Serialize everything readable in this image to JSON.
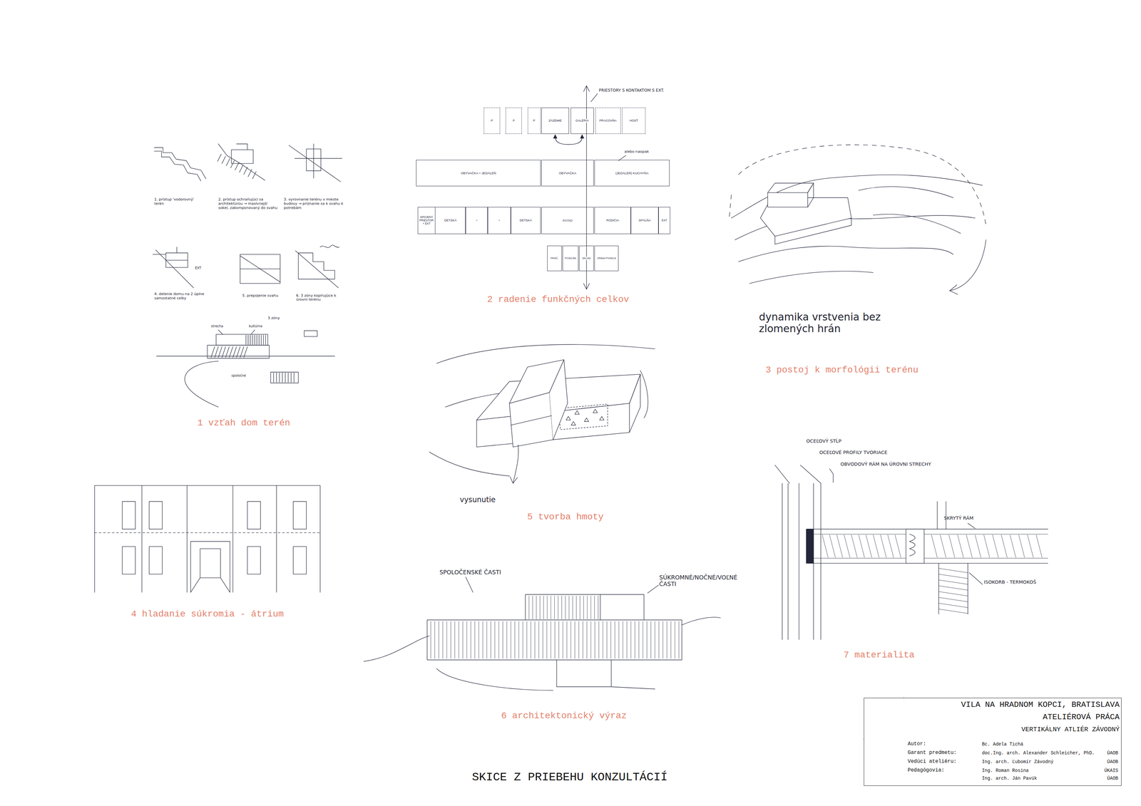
{
  "diagram": {
    "title": "SKICE Z PRIEBEHU KONZULTÁCIÍ",
    "nodes": [
      {
        "text": [
          "P"
        ]
      },
      {
        "text": [
          "P"
        ]
      },
      {
        "text": [
          "P"
        ]
      },
      {
        "text": [
          "ZÁZEMIE"
        ]
      },
      {
        "text": [
          "GALÉRIA"
        ]
      },
      {
        "text": [
          "PRACOVŇA"
        ]
      },
      {
        "text": [
          "HOSŤ"
        ]
      },
      {
        "text": [
          "OBÝVAČKA + JEDÁLEŇ"
        ]
      },
      {
        "text": [
          "OBÝVAČKA"
        ]
      },
      {
        "text": [
          "(JEDÁLEŇ) KUCHYŇA"
        ]
      },
      {
        "text": [
          "SPOJENÝ PRIESTOR + EXT"
        ]
      },
      {
        "text": [
          "DETSKÁ"
        ]
      },
      {
        "text": [
          "~"
        ]
      },
      {
        "text": [
          "~"
        ]
      },
      {
        "text": [
          "DETSKÁ"
        ]
      },
      {
        "text": [
          "PÁTIO"
        ]
      },
      {
        "text": [
          "RODIČIA"
        ]
      },
      {
        "text": [
          "SPÁLŇA"
        ]
      },
      {
        "text": [
          "EXT"
        ]
      },
      {
        "text": [
          "PRÁČ."
        ]
      },
      {
        "text": [
          "POSILŇA"
        ]
      },
      {
        "text": [
          "SKLAD"
        ]
      },
      {
        "text": [
          "VÍNNA PIVNICA"
        ]
      },
      {
        "text": [
          "VILA NA HRADNOM KOPCI, BRATISLAVA",
          "ATELIÉROVÁ PRÁCA",
          "VERTIKÁLNY ATLIÉR ZÁVODNÝ",
          "Autor:",
          "Bc. Adela Tichá",
          "Garant predmetu:",
          "doc.Ing. arch. Alexander Schleicher, PhD.",
          "ÚAOB",
          "Vedúci ateliéru:",
          "Ing. arch. Ľubomír Závodný",
          "ÚAOB",
          "Pedagógovia:",
          "Ing. Roman Rosina",
          "ÚKAIS",
          "Ing. arch. Ján Pavúk",
          "ÚAOB"
        ]
      }
    ],
    "edges": [
      {
        "from": 3,
        "to": 4,
        "arrow": "both"
      }
    ],
    "labels": [
      "PRIESTORY S KONTAKTOM S EXT.",
      "alebo naopak",
      "1. prístup 'vodorovný' terén",
      "2. prístup ochraňujúci sa architektúrou → masívnejší sokel, zakomponovaný do svahu",
      "3. vyrovnanie terénu v mieste budovy → priznanie sa k svahu k potrebám",
      "4. delenie domu na 2 úplne samostatné celky",
      "5. prepojenie svahu",
      "6. 3 zóny kopírujúce k úrovni terénu",
      "strecha",
      "kultúrne",
      "3 zóny",
      "spoločné",
      "EXT",
      "dynamika vrstvenia bez zlomených hrán",
      "vysunutie",
      "SPOLOČENSKÉ ČASTI",
      "SÚKROMNÉ/NOČNÉ/VOĽNÉ ČASTI",
      "OCEĽOVÝ STĹP",
      "OCEĽOVÉ PROFILY TVORIACE",
      "OBVODOVÝ RÁM NA ÚROVNI STRECHY",
      "SKRYTÝ RÁM",
      "ISOKORB - TERMOKOŠ",
      "1 vzťah dom terén",
      "2 radenie funkčných celkov",
      "3 postoj k morfológii terénu",
      "4 hladanie súkromia - átrium",
      "5 tvorba hmoty",
      "6 architektonický výraz",
      "7 materialita"
    ]
  }
}
